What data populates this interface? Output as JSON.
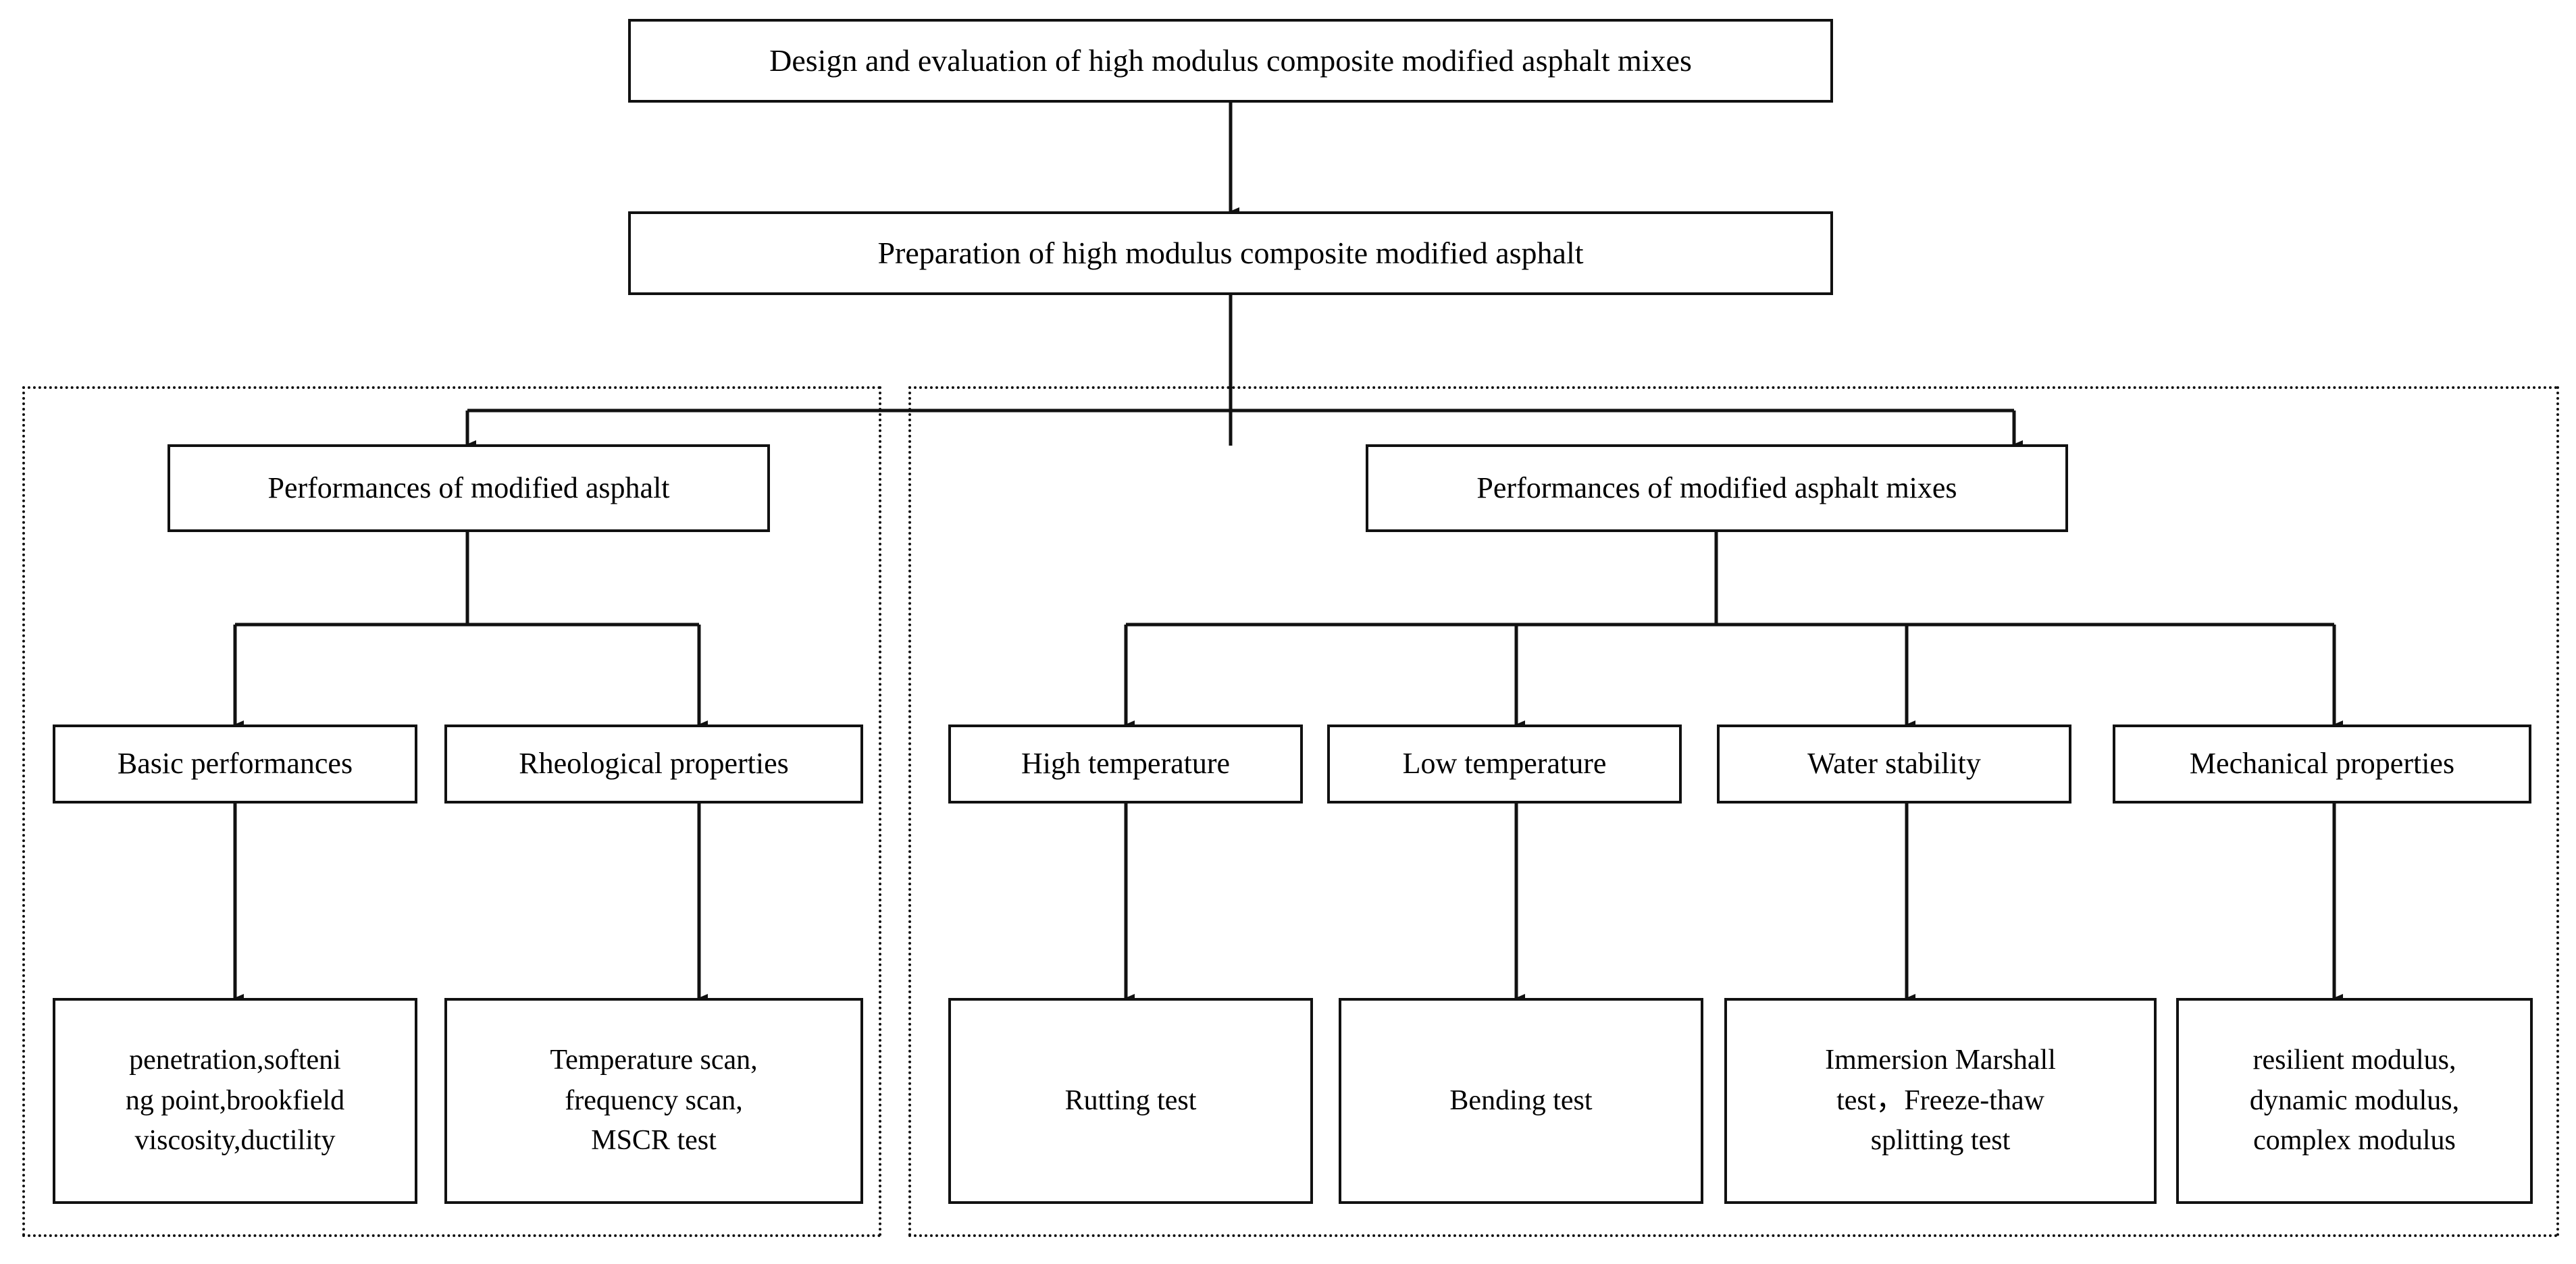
{
  "diagram": {
    "title_node": {
      "label": "Design and evaluation of high modulus composite modified asphalt mixes"
    },
    "prep_node": {
      "label": "Preparation of high modulus composite modified asphalt"
    },
    "groups": [
      {
        "name": "modified-asphalt-group"
      },
      {
        "name": "modified-asphalt-mixes-group"
      }
    ],
    "left_branch": {
      "header": {
        "label": "Performances of modified asphalt"
      },
      "categories": [
        {
          "label": "Basic performances"
        },
        {
          "label": "Rheological properties"
        }
      ],
      "details": [
        {
          "label": "penetration,softeni\nng point,brookfield\nviscosity,ductility"
        },
        {
          "label": "Temperature scan,\nfrequency scan,\nMSCR test"
        }
      ]
    },
    "right_branch": {
      "header": {
        "label": "Performances of modified asphalt mixes"
      },
      "categories": [
        {
          "label": "High temperature"
        },
        {
          "label": "Low temperature"
        },
        {
          "label": "Water stability"
        },
        {
          "label": "Mechanical properties"
        }
      ],
      "details": [
        {
          "label": "Rutting test"
        },
        {
          "label": "Bending test"
        },
        {
          "label": "Immersion Marshall\ntest，Freeze-thaw\nsplitting test"
        },
        {
          "label": "resilient modulus,\ndynamic modulus,\ncomplex modulus"
        }
      ]
    },
    "colors": {
      "stroke": "#111111",
      "background": "#ffffff",
      "text": "#000000"
    }
  }
}
